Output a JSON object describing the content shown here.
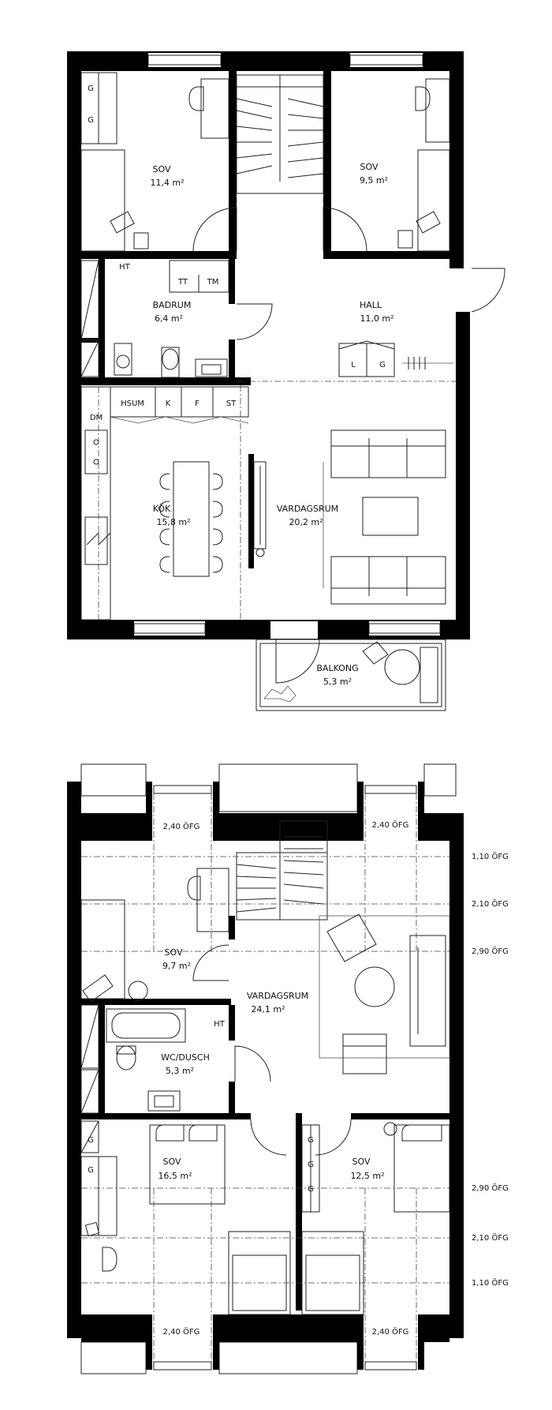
{
  "floor1": {
    "rooms": [
      {
        "name": "SOV",
        "area": "11,4 m²"
      },
      {
        "name": "SOV",
        "area": "9,5 m²"
      },
      {
        "name": "BADRUM",
        "area": "6,4 m²"
      },
      {
        "name": "HALL",
        "area": "11,0 m²"
      },
      {
        "name": "KÖK",
        "area": "15,8 m²"
      },
      {
        "name": "VARDAGSRUM",
        "area": "20,2 m²"
      },
      {
        "name": "BALKONG",
        "area": "5,3 m²"
      }
    ],
    "tags": {
      "g1": "G",
      "g2": "G",
      "ht": "HT",
      "tt": "TT",
      "tm": "TM",
      "l": "L",
      "g_hall": "G",
      "hsum": "HSUM",
      "k": "K",
      "f": "F",
      "st": "ST",
      "dm": "DM"
    }
  },
  "floor2": {
    "rooms": [
      {
        "name": "SOV",
        "area": "9,7 m²"
      },
      {
        "name": "VARDAGSRUM",
        "area": "24,1 m²"
      },
      {
        "name": "WC/DUSCH",
        "area": "5,3 m²"
      },
      {
        "name": "SOV",
        "area": "16,5 m²"
      },
      {
        "name": "SOV",
        "area": "12,5 m²"
      }
    ],
    "tags": {
      "ht": "HT",
      "g1": "G",
      "g2": "G",
      "g3": "G",
      "g4": "G",
      "g5": "G"
    },
    "heights": {
      "top_left": "2,40 ÖFG",
      "top_right": "2,40 ÖFG",
      "bottom_left": "2,40 ÖFG",
      "bottom_right": "2,40 ÖFG",
      "right_1": "1,10 ÖFG",
      "right_2": "2,10 ÖFG",
      "right_3": "2,90 ÖFG",
      "right_4": "2,90 ÖFG",
      "right_5": "2,10 ÖFG",
      "right_6": "1,10 ÖFG"
    }
  }
}
